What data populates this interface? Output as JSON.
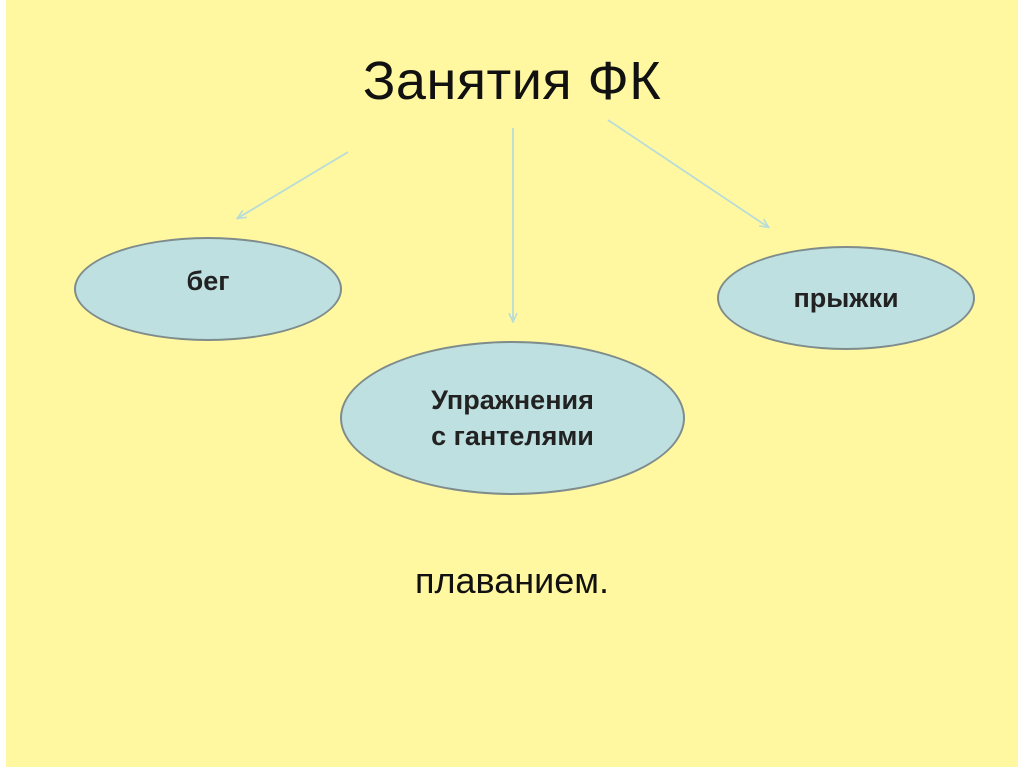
{
  "slide": {
    "background_color": "#fff8a0",
    "title": "Занятия ФК",
    "nodes": {
      "running": "бег",
      "dumbbells": "Упражнения\nс гантелями",
      "jumping": "прыжки"
    },
    "footer_text": "плаванием.",
    "colors": {
      "ellipse_fill": "#bfe0e0",
      "ellipse_border": "#7f8c8c",
      "arrow": "#b8dcd8"
    }
  }
}
